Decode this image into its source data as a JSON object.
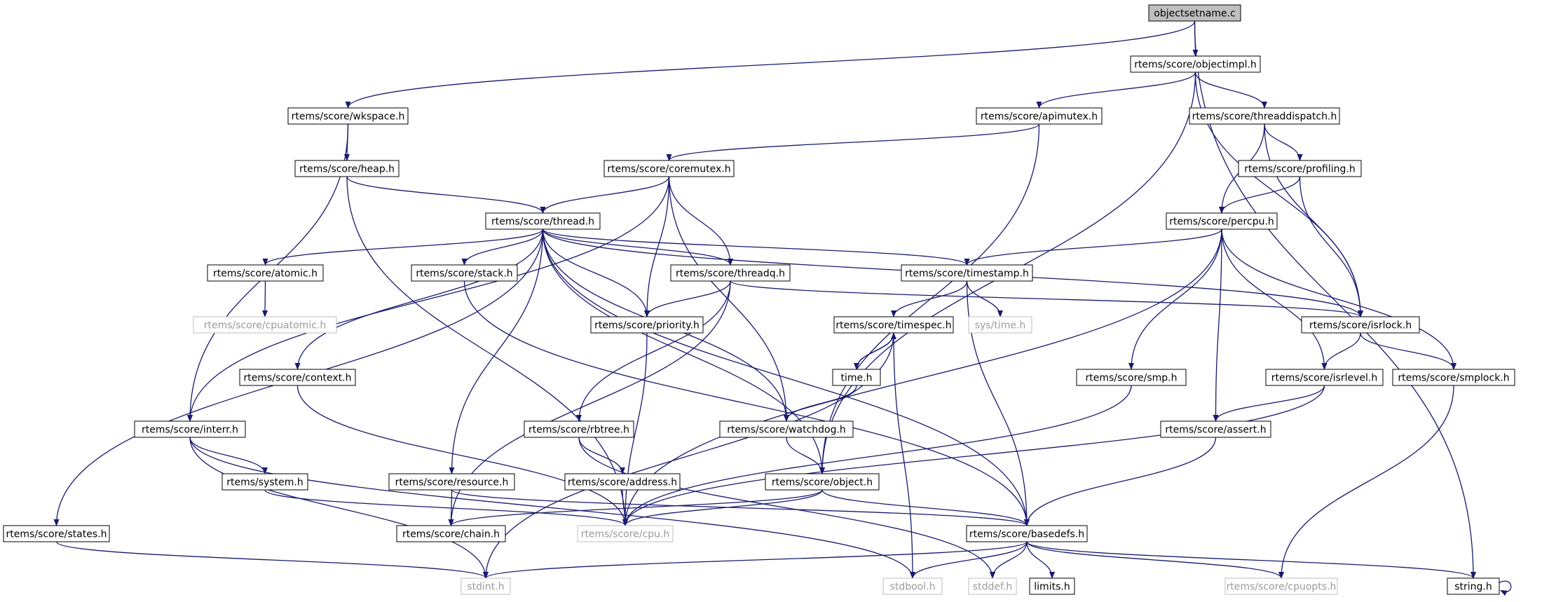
{
  "colors": {
    "edge": "#191970",
    "node_border": "#000000",
    "external_border": "#bfbfbf",
    "external_text": "#9a9a9a",
    "root_fill": "#bfbfbf",
    "node_fill": "#ffffff",
    "text": "#000000"
  },
  "nodes": [
    {
      "id": "objectsetname",
      "label": "objectsetname.c",
      "kind": "root"
    },
    {
      "id": "objectimpl",
      "label": "rtems/score/objectimpl.h",
      "kind": "file"
    },
    {
      "id": "wkspace",
      "label": "rtems/score/wkspace.h",
      "kind": "file"
    },
    {
      "id": "apimutex",
      "label": "rtems/score/apimutex.h",
      "kind": "file"
    },
    {
      "id": "threaddispatch",
      "label": "rtems/score/threaddispatch.h",
      "kind": "file"
    },
    {
      "id": "heap",
      "label": "rtems/score/heap.h",
      "kind": "file"
    },
    {
      "id": "coremutex",
      "label": "rtems/score/coremutex.h",
      "kind": "file"
    },
    {
      "id": "profiling",
      "label": "rtems/score/profiling.h",
      "kind": "file"
    },
    {
      "id": "thread",
      "label": "rtems/score/thread.h",
      "kind": "file"
    },
    {
      "id": "percpu",
      "label": "rtems/score/percpu.h",
      "kind": "file"
    },
    {
      "id": "atomic",
      "label": "rtems/score/atomic.h",
      "kind": "file"
    },
    {
      "id": "stack",
      "label": "rtems/score/stack.h",
      "kind": "file"
    },
    {
      "id": "threadq",
      "label": "rtems/score/threadq.h",
      "kind": "file"
    },
    {
      "id": "timestamp",
      "label": "rtems/score/timestamp.h",
      "kind": "file"
    },
    {
      "id": "cpuatomic",
      "label": "rtems/score/cpuatomic.h",
      "kind": "external"
    },
    {
      "id": "priority",
      "label": "rtems/score/priority.h",
      "kind": "file"
    },
    {
      "id": "timespec",
      "label": "rtems/score/timespec.h",
      "kind": "file"
    },
    {
      "id": "systime",
      "label": "sys/time.h",
      "kind": "external"
    },
    {
      "id": "isrlock",
      "label": "rtems/score/isrlock.h",
      "kind": "file"
    },
    {
      "id": "context",
      "label": "rtems/score/context.h",
      "kind": "file"
    },
    {
      "id": "timeh",
      "label": "time.h",
      "kind": "file"
    },
    {
      "id": "smp",
      "label": "rtems/score/smp.h",
      "kind": "file"
    },
    {
      "id": "isrlevel",
      "label": "rtems/score/isrlevel.h",
      "kind": "file"
    },
    {
      "id": "smplock",
      "label": "rtems/score/smplock.h",
      "kind": "file"
    },
    {
      "id": "interr",
      "label": "rtems/score/interr.h",
      "kind": "file"
    },
    {
      "id": "rbtree",
      "label": "rtems/score/rbtree.h",
      "kind": "file"
    },
    {
      "id": "watchdog",
      "label": "rtems/score/watchdog.h",
      "kind": "file"
    },
    {
      "id": "assert",
      "label": "rtems/score/assert.h",
      "kind": "file"
    },
    {
      "id": "systemh",
      "label": "rtems/system.h",
      "kind": "file"
    },
    {
      "id": "resource",
      "label": "rtems/score/resource.h",
      "kind": "file"
    },
    {
      "id": "address",
      "label": "rtems/score/address.h",
      "kind": "file"
    },
    {
      "id": "object",
      "label": "rtems/score/object.h",
      "kind": "file"
    },
    {
      "id": "states",
      "label": "rtems/score/states.h",
      "kind": "file"
    },
    {
      "id": "chain",
      "label": "rtems/score/chain.h",
      "kind": "file"
    },
    {
      "id": "cpu",
      "label": "rtems/score/cpu.h",
      "kind": "external"
    },
    {
      "id": "basedefs",
      "label": "rtems/score/basedefs.h",
      "kind": "file"
    },
    {
      "id": "stdint",
      "label": "stdint.h",
      "kind": "external"
    },
    {
      "id": "stdbool",
      "label": "stdbool.h",
      "kind": "external"
    },
    {
      "id": "stddef",
      "label": "stddef.h",
      "kind": "external"
    },
    {
      "id": "limits",
      "label": "limits.h",
      "kind": "file"
    },
    {
      "id": "cpuopts",
      "label": "rtems/score/cpuopts.h",
      "kind": "external"
    },
    {
      "id": "string",
      "label": "string.h",
      "kind": "file"
    }
  ],
  "edges": [
    [
      "objectsetname",
      "objectimpl"
    ],
    [
      "objectsetname",
      "wkspace"
    ],
    [
      "objectsetname",
      "string"
    ],
    [
      "objectimpl",
      "apimutex"
    ],
    [
      "objectimpl",
      "threaddispatch"
    ],
    [
      "objectimpl",
      "object"
    ],
    [
      "objectimpl",
      "isrlock"
    ],
    [
      "wkspace",
      "heap"
    ],
    [
      "wkspace",
      "interr"
    ],
    [
      "apimutex",
      "coremutex"
    ],
    [
      "apimutex",
      "object"
    ],
    [
      "threaddispatch",
      "profiling"
    ],
    [
      "threaddispatch",
      "percpu"
    ],
    [
      "threaddispatch",
      "isrlock"
    ],
    [
      "heap",
      "thread"
    ],
    [
      "heap",
      "cpu"
    ],
    [
      "coremutex",
      "thread"
    ],
    [
      "coremutex",
      "threadq"
    ],
    [
      "coremutex",
      "priority"
    ],
    [
      "coremutex",
      "watchdog"
    ],
    [
      "coremutex",
      "interr"
    ],
    [
      "profiling",
      "percpu"
    ],
    [
      "profiling",
      "isrlock"
    ],
    [
      "thread",
      "atomic"
    ],
    [
      "thread",
      "stack"
    ],
    [
      "thread",
      "threadq"
    ],
    [
      "thread",
      "timestamp"
    ],
    [
      "thread",
      "priority"
    ],
    [
      "thread",
      "isrlock"
    ],
    [
      "thread",
      "context"
    ],
    [
      "thread",
      "resource"
    ],
    [
      "thread",
      "watchdog"
    ],
    [
      "thread",
      "object"
    ],
    [
      "thread",
      "states"
    ],
    [
      "thread",
      "basedefs"
    ],
    [
      "percpu",
      "timestamp"
    ],
    [
      "percpu",
      "smp"
    ],
    [
      "percpu",
      "isrlevel"
    ],
    [
      "percpu",
      "smplock"
    ],
    [
      "percpu",
      "assert"
    ],
    [
      "percpu",
      "cpu"
    ],
    [
      "atomic",
      "cpuatomic"
    ],
    [
      "stack",
      "basedefs"
    ],
    [
      "threadq",
      "priority"
    ],
    [
      "threadq",
      "isrlock"
    ],
    [
      "threadq",
      "rbtree"
    ],
    [
      "threadq",
      "chain"
    ],
    [
      "timestamp",
      "timespec"
    ],
    [
      "timestamp",
      "systime"
    ],
    [
      "timestamp",
      "basedefs"
    ],
    [
      "priority",
      "cpu"
    ],
    [
      "timespec",
      "timeh"
    ],
    [
      "timespec",
      "stdbool"
    ],
    [
      "timespec",
      "stdint"
    ],
    [
      "timeh",
      "timespec"
    ],
    [
      "timeh",
      "watchdog"
    ],
    [
      "isrlock",
      "isrlevel"
    ],
    [
      "isrlock",
      "smplock"
    ],
    [
      "context",
      "cpu"
    ],
    [
      "smp",
      "cpu"
    ],
    [
      "isrlevel",
      "assert"
    ],
    [
      "isrlevel",
      "cpu"
    ],
    [
      "smplock",
      "cpuopts"
    ],
    [
      "interr",
      "systemh"
    ],
    [
      "interr",
      "stdint"
    ],
    [
      "interr",
      "stdbool"
    ],
    [
      "rbtree",
      "address"
    ],
    [
      "rbtree",
      "stddef"
    ],
    [
      "watchdog",
      "object"
    ],
    [
      "assert",
      "basedefs"
    ],
    [
      "systemh",
      "cpu"
    ],
    [
      "resource",
      "chain"
    ],
    [
      "resource",
      "basedefs"
    ],
    [
      "address",
      "cpu"
    ],
    [
      "object",
      "chain"
    ],
    [
      "object",
      "cpu"
    ],
    [
      "object",
      "basedefs"
    ],
    [
      "states",
      "stdint"
    ],
    [
      "basedefs",
      "stdint"
    ],
    [
      "basedefs",
      "stdbool"
    ],
    [
      "basedefs",
      "stddef"
    ],
    [
      "basedefs",
      "limits"
    ],
    [
      "basedefs",
      "cpuopts"
    ],
    [
      "basedefs",
      "string"
    ],
    [
      "string",
      "string"
    ]
  ]
}
